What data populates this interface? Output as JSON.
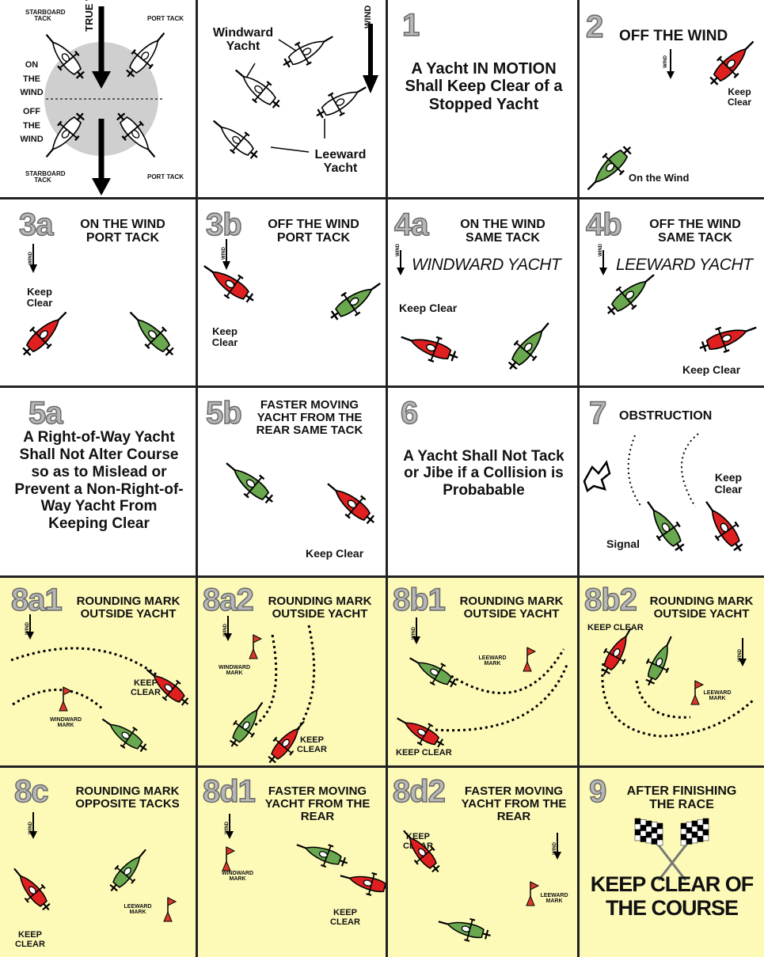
{
  "panels": {
    "p0": {
      "true_wind": "TRUE WIND",
      "starboard_tack_top": "STARBOARD TACK",
      "port_tack_top": "PORT TACK",
      "on_the_wind": "ON THE WIND",
      "off_the_wind": "OFF THE WIND",
      "starboard_tack_bottom": "STARBOARD TACK",
      "port_tack_bottom": "PORT TACK"
    },
    "p_wl": {
      "windward_yacht": "Windward Yacht",
      "wind": "WIND",
      "leeward_yacht": "Leeward Yacht"
    },
    "p1": {
      "number": "1",
      "text": "A Yacht IN MOTION Shall Keep Clear of a Stopped Yacht"
    },
    "p2": {
      "number": "2",
      "title": "OFF THE WIND",
      "wind": "WIND",
      "keep_clear": "Keep Clear",
      "on_the_wind": "On the Wind"
    },
    "p3a": {
      "number": "3a",
      "title": "ON THE WIND PORT TACK",
      "wind": "WIND",
      "keep_clear": "Keep Clear"
    },
    "p3b": {
      "number": "3b",
      "title": "OFF THE WIND PORT TACK",
      "wind": "WIND",
      "keep_clear": "Keep Clear"
    },
    "p4a": {
      "number": "4a",
      "title": "ON THE WIND SAME TACK",
      "subtitle": "WINDWARD YACHT",
      "wind": "WIND",
      "keep_clear": "Keep Clear"
    },
    "p4b": {
      "number": "4b",
      "title": "OFF THE WIND SAME TACK",
      "subtitle": "LEEWARD YACHT",
      "wind": "WIND",
      "keep_clear": "Keep Clear"
    },
    "p5a": {
      "number": "5a",
      "text": "A Right-of-Way Yacht Shall Not Alter Course so as to Mislead or Prevent a Non-Right-of-Way Yacht From Keeping Clear"
    },
    "p5b": {
      "number": "5b",
      "title": "FASTER MOVING YACHT FROM THE REAR SAME TACK",
      "keep_clear": "Keep Clear"
    },
    "p6": {
      "number": "6",
      "text": "A Yacht Shall Not Tack or Jibe if a Collision is Probabable"
    },
    "p7": {
      "number": "7",
      "title": "OBSTRUCTION",
      "keep_clear": "Keep Clear",
      "signal": "Signal"
    },
    "p8a1": {
      "number": "8a1",
      "title": "ROUNDING MARK OUTSIDE YACHT",
      "wind": "WIND",
      "keep_clear": "KEEP CLEAR",
      "mark": "WINDWARD MARK"
    },
    "p8a2": {
      "number": "8a2",
      "title": "ROUNDING MARK OUTSIDE YACHT",
      "wind": "WIND",
      "keep_clear": "KEEP CLEAR",
      "mark": "WINDWARD MARK"
    },
    "p8b1": {
      "number": "8b1",
      "title": "ROUNDING MARK OUTSIDE YACHT",
      "wind": "WIND",
      "keep_clear": "KEEP CLEAR",
      "mark": "LEEWARD MARK"
    },
    "p8b2": {
      "number": "8b2",
      "title": "ROUNDING MARK OUTSIDE YACHT",
      "wind": "WIND",
      "keep_clear": "KEEP CLEAR",
      "mark": "LEEWARD MARK"
    },
    "p8c": {
      "number": "8c",
      "title": "ROUNDING MARK OPPOSITE TACKS",
      "wind": "WIND",
      "keep_clear": "KEEP CLEAR",
      "mark": "LEEWARD MARK"
    },
    "p8d1": {
      "number": "8d1",
      "title": "FASTER MOVING YACHT FROM THE REAR",
      "wind": "WIND",
      "keep_clear": "KEEP CLEAR",
      "mark": "WINDWARD MARK"
    },
    "p8d2": {
      "number": "8d2",
      "title": "FASTER MOVING YACHT FROM THE REAR",
      "wind": "WIND",
      "keep_clear": "KEEP CLEAR",
      "mark": "LEEWARD MARK"
    },
    "p9": {
      "number": "9",
      "title": "AFTER FINISHING THE RACE",
      "text": "KEEP CLEAR OF THE COURSE"
    }
  },
  "colors": {
    "red": "#e02020",
    "green": "#6aa84f",
    "white": "#ffffff",
    "yellow_bg": "#fdfab8",
    "gray_circle": "#cfcfcf",
    "mark_flag": "#d83a2a"
  }
}
